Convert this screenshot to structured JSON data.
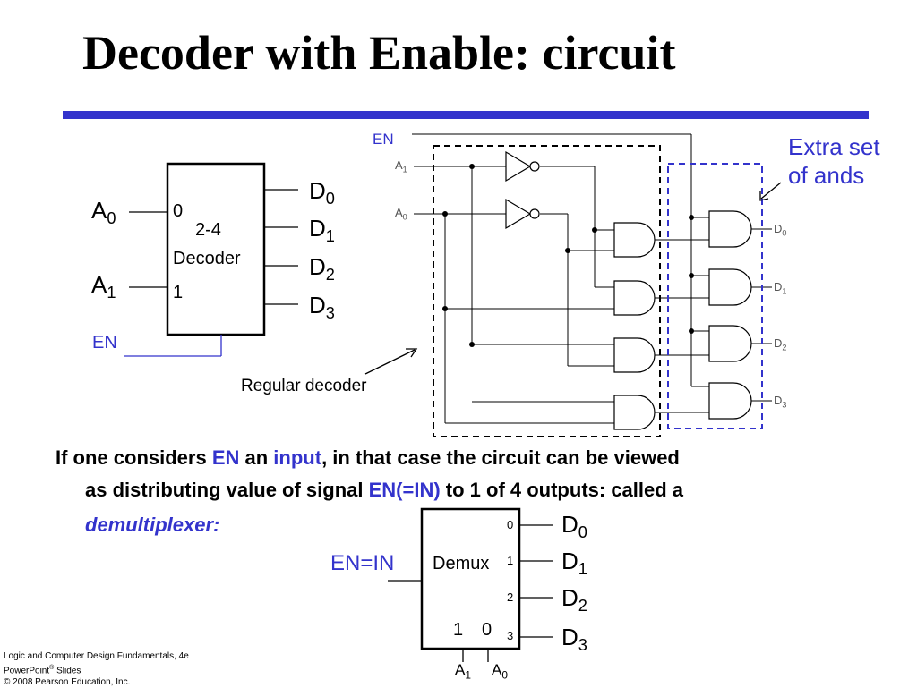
{
  "slide": {
    "title": "Decoder with Enable: circuit",
    "colors": {
      "accent": "#3333cc",
      "text": "#000000"
    }
  },
  "block_decoder": {
    "input_a0_base": "A",
    "input_a0_sub": "0",
    "input_a1_base": "A",
    "input_a1_sub": "1",
    "pin0": "0",
    "pin1": "1",
    "body_line1": "2-4",
    "body_line2": "Decoder",
    "en": "EN",
    "outputs": [
      {
        "base": "D",
        "sub": "0"
      },
      {
        "base": "D",
        "sub": "1"
      },
      {
        "base": "D",
        "sub": "2"
      },
      {
        "base": "D",
        "sub": "3"
      }
    ]
  },
  "circuit": {
    "en": "EN",
    "in_a1_base": "A",
    "in_a1_sub": "1",
    "in_a0_base": "A",
    "in_a0_sub": "0",
    "outputs": [
      {
        "base": "D",
        "sub": "0"
      },
      {
        "base": "D",
        "sub": "1"
      },
      {
        "base": "D",
        "sub": "2"
      },
      {
        "base": "D",
        "sub": "3"
      }
    ],
    "extra_label_line1": "Extra set",
    "extra_label_line2": "of ands",
    "regular_label": "Regular decoder"
  },
  "paragraph": {
    "line1_part1": "If one considers ",
    "line1_en": "EN",
    "line1_part2": " an ",
    "line1_input": "input",
    "line1_part3": ", in that case the circuit can be viewed",
    "line2_part1": "as distributing value of signal ",
    "line2_en": "EN(=IN)",
    "line2_part2": "  to 1 of 4 outputs: called a",
    "line3": "demultiplexer:"
  },
  "demux": {
    "en_in": "EN=IN",
    "body": "Demux",
    "pins": [
      "0",
      "1",
      "2",
      "3"
    ],
    "sel1": "1",
    "sel0": "0",
    "outputs": [
      {
        "base": "D",
        "sub": "0"
      },
      {
        "base": "D",
        "sub": "1"
      },
      {
        "base": "D",
        "sub": "2"
      },
      {
        "base": "D",
        "sub": "3"
      }
    ],
    "a1_base": "A",
    "a1_sub": "1",
    "a0_base": "A",
    "a0_sub": "0"
  },
  "footer": {
    "line1": "Logic and Computer Design Fundamentals, 4e",
    "line2_a": "PowerPoint",
    "line2_sup": "®",
    "line2_b": " Slides",
    "line3": "© 2008 Pearson Education, Inc."
  }
}
